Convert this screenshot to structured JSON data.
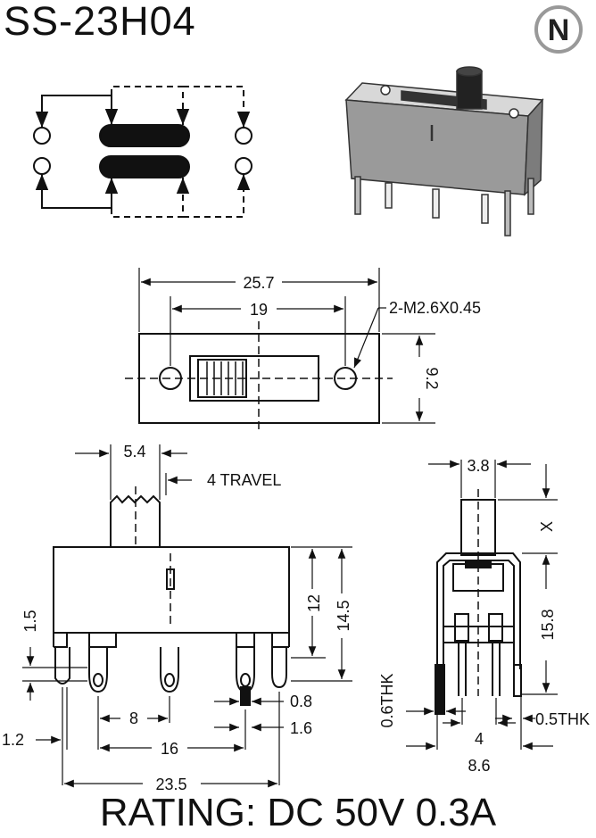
{
  "title": "SS-23H04",
  "logo": "N",
  "rating": "RATING: DC 50V 0.3A",
  "top_view": {
    "overall_width": "25.7",
    "hole_spacing": "19",
    "screw_spec": "2-M2.6X0.45",
    "height": "9.2"
  },
  "front_view": {
    "actuator_width": "5.4",
    "travel": "4 TRAVEL",
    "body_height": "12",
    "total_height": "14.5",
    "pin_offset": "1.5",
    "pin_pitch": "8",
    "pin_span": "16",
    "overall_width": "23.5",
    "pin_width": "0.8",
    "pin_slot": "1.6",
    "edge": "1.2"
  },
  "side_view": {
    "actuator_width": "3.8",
    "actuator_height": "X",
    "body_height": "15.8",
    "frame_thickness": "0.6THK",
    "pin_thickness": "0.5THK",
    "pin_pitch": "4",
    "overall_width": "8.6"
  }
}
